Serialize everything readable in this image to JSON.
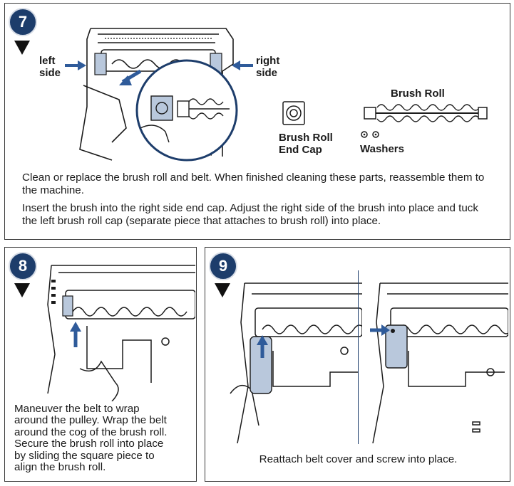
{
  "step7": {
    "number": "7",
    "left_label": [
      "left",
      "side"
    ],
    "right_label": [
      "right",
      "side"
    ],
    "part_end_cap": [
      "Brush Roll",
      "End Cap"
    ],
    "part_brush_roll": "Brush Roll",
    "part_washers": "Washers",
    "paragraph1": "Clean or replace the brush roll and belt. When finished cleaning these parts, reassemble them to the machine.",
    "paragraph2": "Insert the brush into the right side end cap. Adjust the right side of the brush into place and tuck the left brush roll cap (separate piece that attaches to brush roll) into place."
  },
  "step8": {
    "number": "8",
    "text": [
      "Maneuver the belt to wrap",
      "around the pulley. Wrap the belt",
      "around the cog of the brush roll.",
      "Secure the brush roll into place",
      "by sliding the square piece to",
      "align the brush roll."
    ]
  },
  "step9": {
    "number": "9",
    "text": "Reattach belt cover and screw into place."
  },
  "colors": {
    "accent": "#1d3d6b",
    "arrow_blue": "#2f5b9a",
    "part_fill": "#b9c8dc",
    "line": "#1b1b1b"
  }
}
